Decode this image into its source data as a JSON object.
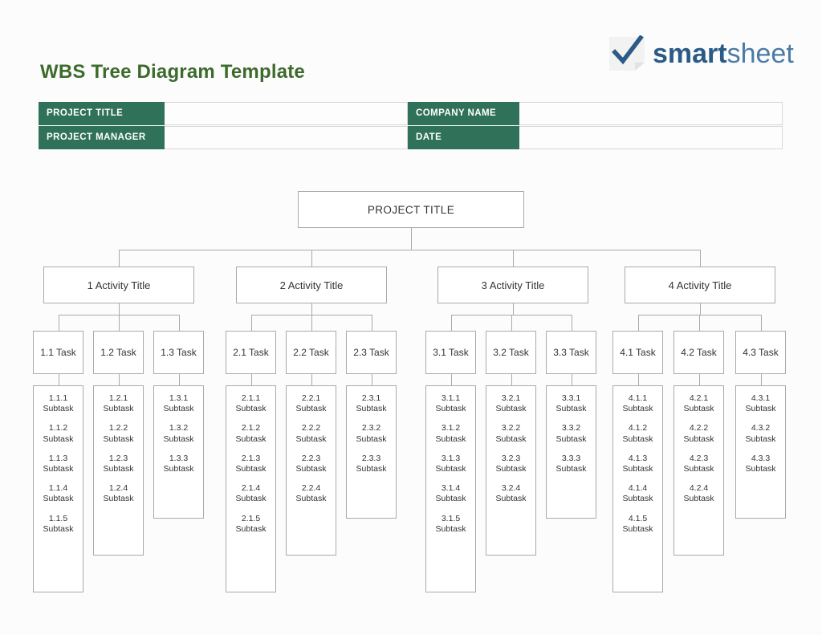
{
  "page": {
    "title": "WBS Tree Diagram Template",
    "background": "#fcfcfc",
    "title_color": "#3d6b2c",
    "accent_green": "#2f7159",
    "line_color": "#aaaaaa"
  },
  "logo": {
    "brand_bold": "smart",
    "brand_light": "sheet",
    "mark": "checkmark-page-icon",
    "color": "#2b5b86"
  },
  "info_table": {
    "rows": [
      {
        "left_label": "PROJECT TITLE",
        "left_value": "",
        "right_label": "COMPANY NAME",
        "right_value": ""
      },
      {
        "left_label": "PROJECT MANAGER",
        "left_value": "",
        "right_label": "DATE",
        "right_value": ""
      }
    ]
  },
  "tree": {
    "root": {
      "label": "PROJECT TITLE"
    },
    "activities": [
      {
        "label": "1 Activity Title",
        "tasks": [
          {
            "label": "1.1 Task",
            "subtasks": [
              "1.1.1\nSubtask",
              "1.1.2\nSubtask",
              "1.1.3\nSubtask",
              "1.1.4\nSubtask",
              "1.1.5\nSubtask"
            ]
          },
          {
            "label": "1.2 Task",
            "subtasks": [
              "1.2.1\nSubtask",
              "1.2.2\nSubtask",
              "1.2.3\nSubtask",
              "1.2.4\nSubtask"
            ]
          },
          {
            "label": "1.3 Task",
            "subtasks": [
              "1.3.1\nSubtask",
              "1.3.2\nSubtask",
              "1.3.3\nSubtask"
            ]
          }
        ]
      },
      {
        "label": "2 Activity Title",
        "tasks": [
          {
            "label": "2.1 Task",
            "subtasks": [
              "2.1.1\nSubtask",
              "2.1.2\nSubtask",
              "2.1.3\nSubtask",
              "2.1.4\nSubtask",
              "2.1.5\nSubtask"
            ]
          },
          {
            "label": "2.2 Task",
            "subtasks": [
              "2.2.1\nSubtask",
              "2.2.2\nSubtask",
              "2.2.3\nSubtask",
              "2.2.4\nSubtask"
            ]
          },
          {
            "label": "2.3 Task",
            "subtasks": [
              "2.3.1\nSubtask",
              "2.3.2\nSubtask",
              "2.3.3\nSubtask"
            ]
          }
        ]
      },
      {
        "label": "3 Activity Title",
        "tasks": [
          {
            "label": "3.1 Task",
            "subtasks": [
              "3.1.1\nSubtask",
              "3.1.2\nSubtask",
              "3.1.3\nSubtask",
              "3.1.4\nSubtask",
              "3.1.5\nSubtask"
            ]
          },
          {
            "label": "3.2 Task",
            "subtasks": [
              "3.2.1\nSubtask",
              "3.2.2\nSubtask",
              "3.2.3\nSubtask",
              "3.2.4\nSubtask"
            ]
          },
          {
            "label": "3.3 Task",
            "subtasks": [
              "3.3.1\nSubtask",
              "3.3.2\nSubtask",
              "3.3.3\nSubtask"
            ]
          }
        ]
      },
      {
        "label": "4 Activity Title",
        "tasks": [
          {
            "label": "4.1 Task",
            "subtasks": [
              "4.1.1\nSubtask",
              "4.1.2\nSubtask",
              "4.1.3\nSubtask",
              "4.1.4\nSubtask",
              "4.1.5\nSubtask"
            ]
          },
          {
            "label": "4.2 Task",
            "subtasks": [
              "4.2.1\nSubtask",
              "4.2.2\nSubtask",
              "4.2.3\nSubtask",
              "4.2.4\nSubtask"
            ]
          },
          {
            "label": "4.3 Task",
            "subtasks": [
              "4.3.1\nSubtask",
              "4.3.2\nSubtask",
              "4.3.3\nSubtask"
            ]
          }
        ]
      }
    ]
  }
}
